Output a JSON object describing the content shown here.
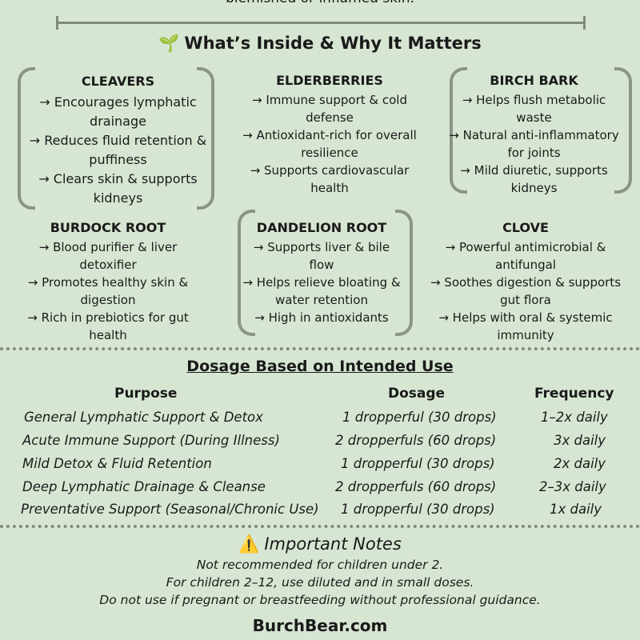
{
  "top_fragment": "blemished or inflamed skin.",
  "section": {
    "sprout_icon": "🌱",
    "title": "What’s Inside & Why It Matters"
  },
  "ingredients": [
    {
      "name": "CLEAVERS",
      "benefits": [
        "→ Encourages lymphatic drainage",
        "→ Reduces fluid retention & puffiness",
        "→ Clears skin & supports kidneys"
      ]
    },
    {
      "name": "ELDERBERRIES",
      "benefits": [
        "→ Immune support & cold defense",
        "→ Antioxidant-rich for overall resilience",
        "→ Supports cardiovascular health"
      ]
    },
    {
      "name": "BIRCH BARK",
      "benefits": [
        "→ Helps flush metabolic waste",
        "→ Natural anti-inflammatory for joints",
        "→ Mild diuretic, supports kidneys"
      ]
    },
    {
      "name": "BURDOCK ROOT",
      "benefits": [
        "→ Blood purifier & liver detoxifier",
        "→ Promotes healthy skin & digestion",
        "→ Rich in prebiotics for gut health"
      ]
    },
    {
      "name": "DANDELION ROOT",
      "benefits": [
        "→ Supports liver & bile flow",
        "→ Helps relieve bloating & water retention",
        "→ High in antioxidants"
      ]
    },
    {
      "name": "CLOVE",
      "benefits": [
        "→ Powerful antimicrobial & antifungal",
        "→ Soothes digestion & supports gut flora",
        "→ Helps with oral & systemic immunity"
      ]
    }
  ],
  "dosage": {
    "title": "Dosage Based on Intended Use",
    "headers": [
      "Purpose",
      "Dosage",
      "Frequency"
    ],
    "rows": [
      [
        "General Lymphatic Support & Detox",
        "1 dropperful (30 drops)",
        "1–2x daily"
      ],
      [
        "Acute Immune Support (During Illness)",
        "2 dropperfuls (60 drops)",
        "3x daily"
      ],
      [
        "Mild Detox & Fluid Retention",
        "1 dropperful (30 drops)",
        "2x daily"
      ],
      [
        "Deep Lymphatic Drainage & Cleanse",
        "2 dropperfuls (60 drops)",
        "2–3x daily"
      ],
      [
        "Preventative Support (Seasonal/Chronic Use)",
        "1 dropperful (30 drops)",
        "1x daily"
      ]
    ]
  },
  "notes": {
    "warning_icon": "⚠️",
    "title": "Important Notes",
    "lines": [
      "Not recommended for children under 2.",
      "For children 2–12, use diluted and in small doses.",
      "Do not use if pregnant or breastfeeding without professional guidance."
    ]
  },
  "footer": "BurchBear.com"
}
